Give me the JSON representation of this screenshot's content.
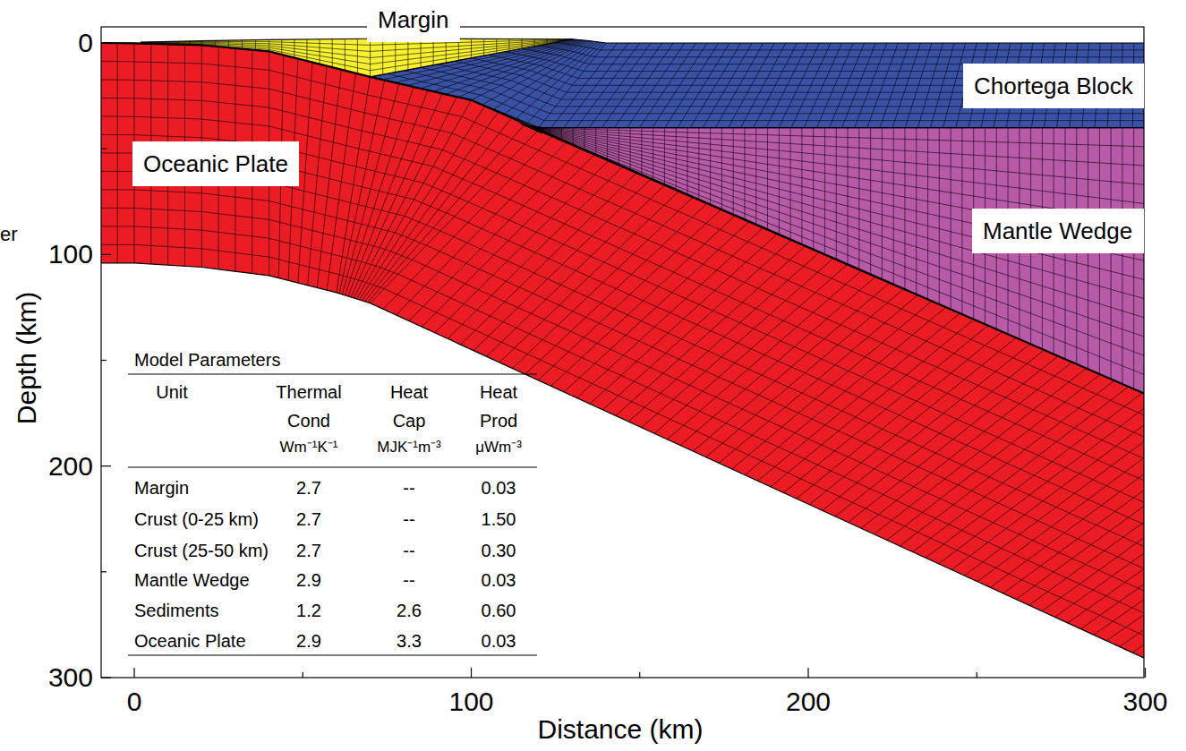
{
  "diagram": {
    "nodes": [
      {
        "text": [
          "Margin"
        ]
      },
      {
        "text": [
          "Chortega Block"
        ]
      },
      {
        "text": [
          "Oceanic Plate"
        ]
      },
      {
        "text": [
          "Mantle Wedge"
        ]
      }
    ],
    "labels": [
      "Depth (km)",
      "0",
      "100",
      "200",
      "300",
      "Distance (km)",
      "0",
      "100",
      "200",
      "300",
      "er",
      "Model Parameters",
      "Unit",
      "Thermal Cond",
      "Wm⁻¹K⁻¹",
      "Heat Cap",
      "MJK⁻¹m⁻³",
      "Heat Prod",
      "μWm⁻³",
      "Margin",
      "2.7",
      "--",
      "0.03",
      "Crust (0-25 km)",
      "2.7",
      "--",
      "1.50",
      "Crust (25-50 km)",
      "2.7",
      "--",
      "0.30",
      "Mantle Wedge",
      "2.9",
      "--",
      "0.03",
      "Sediments",
      "1.2",
      "2.6",
      "0.60",
      "Oceanic Plate",
      "2.9",
      "3.3",
      "0.03"
    ]
  }
}
